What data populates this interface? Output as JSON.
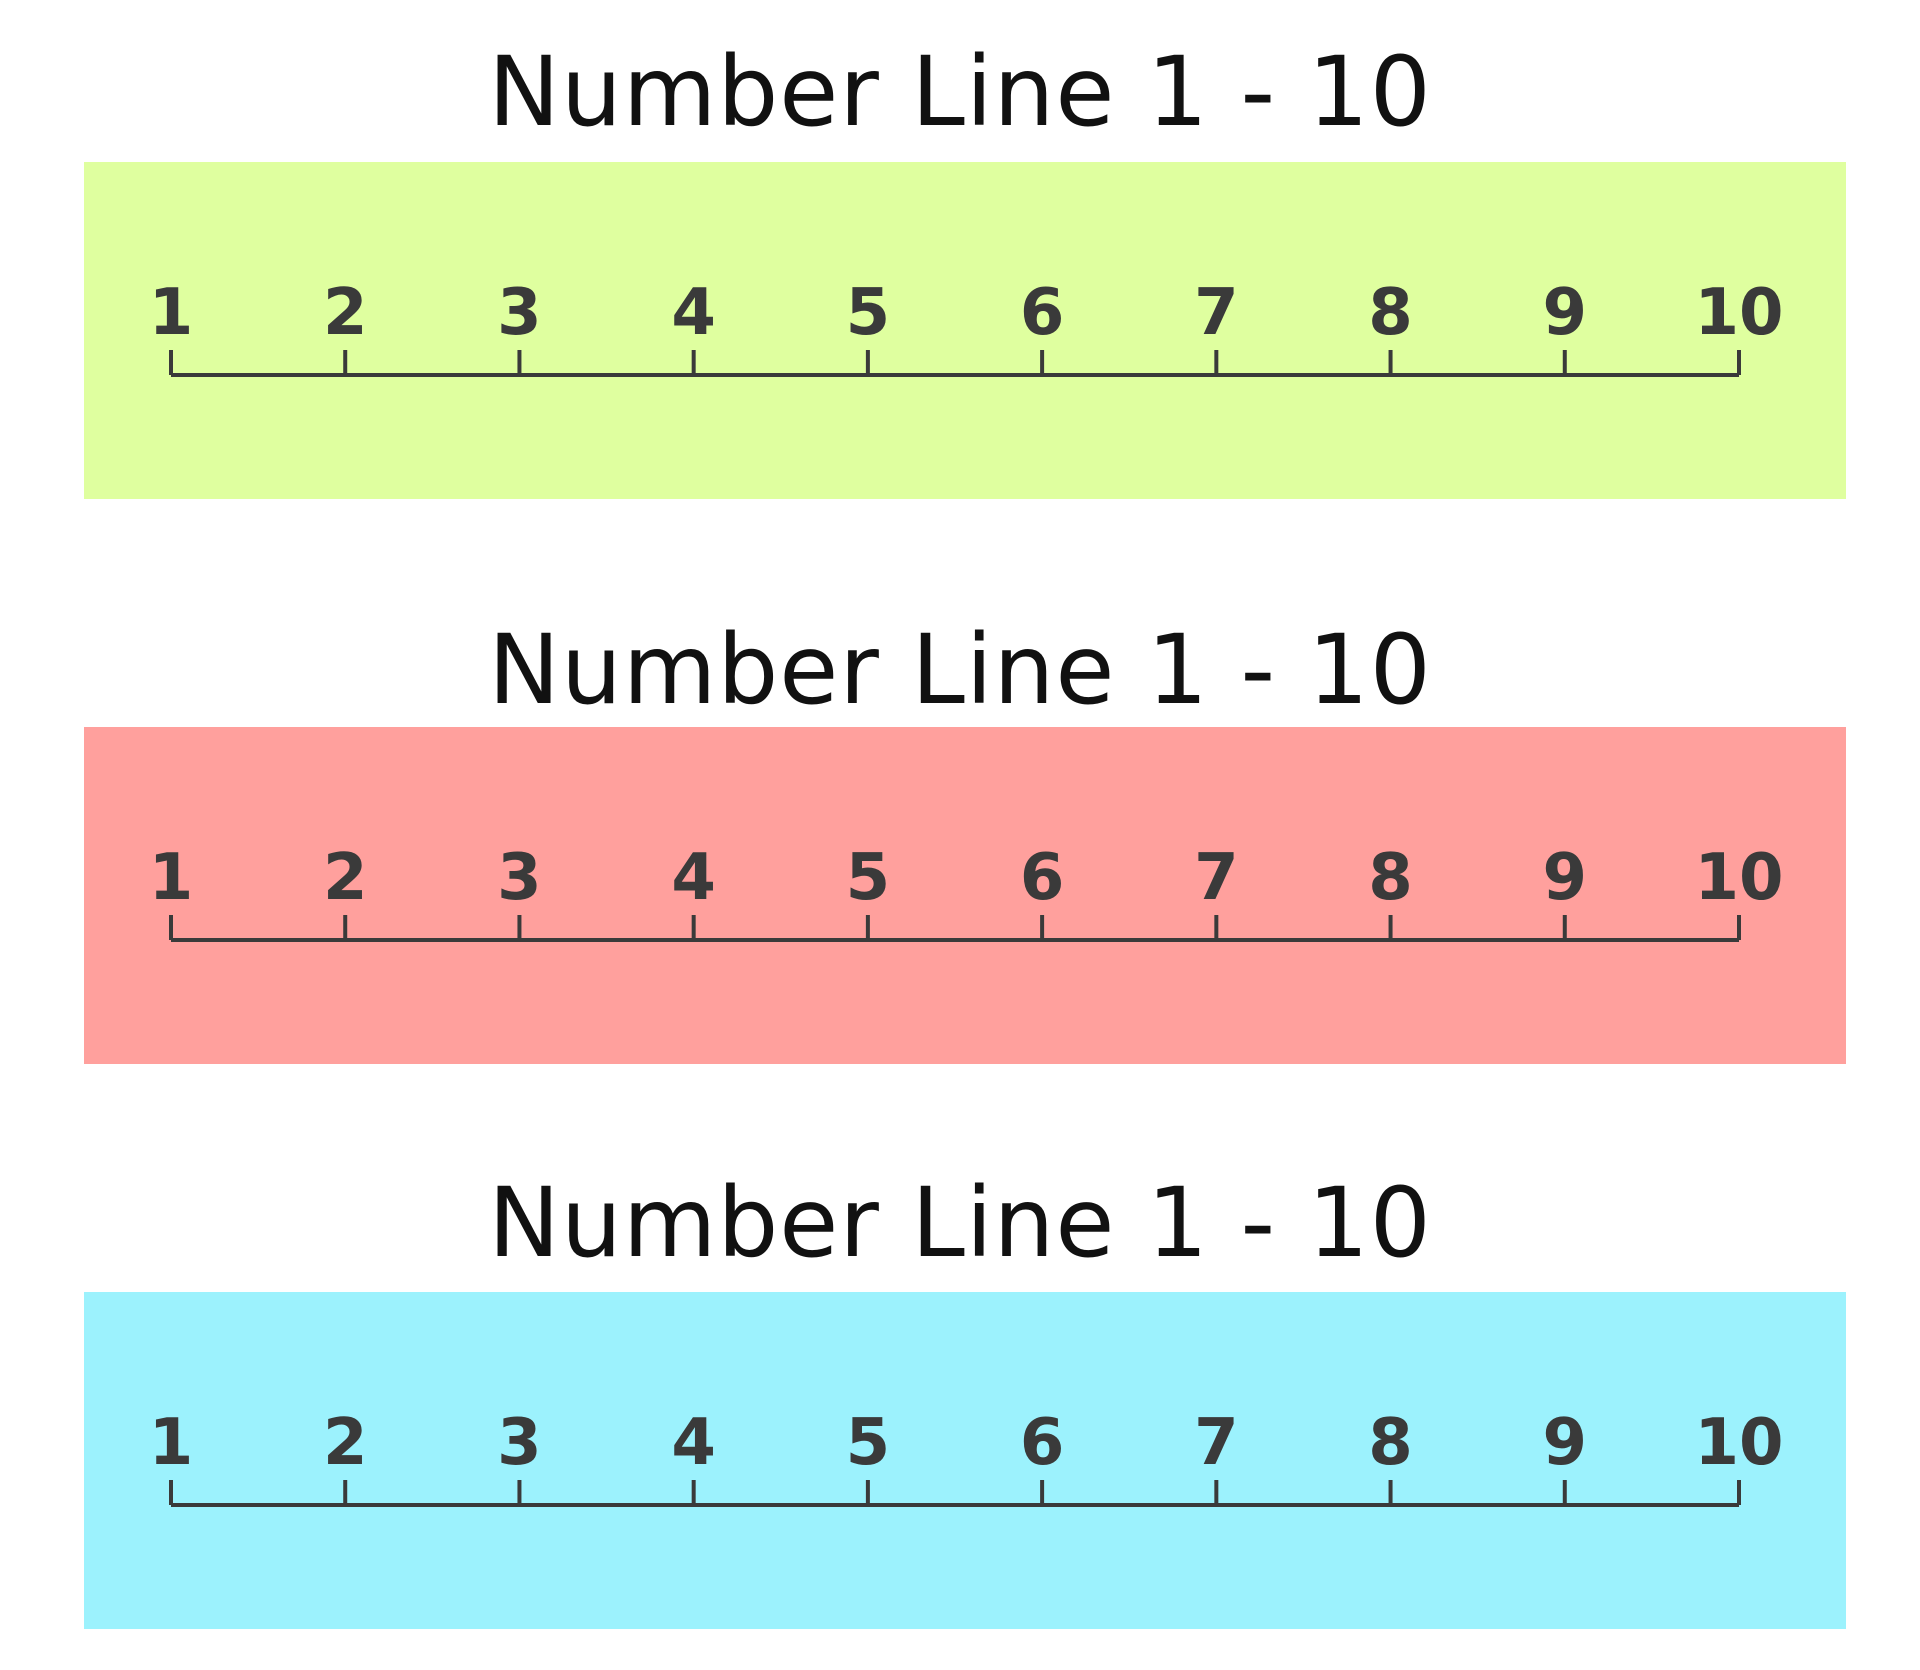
{
  "number_lines": [
    {
      "title": "Number Line 1 - 10",
      "color": "#dfff9f",
      "ticks": [
        "1",
        "2",
        "3",
        "4",
        "5",
        "6",
        "7",
        "8",
        "9",
        "10"
      ]
    },
    {
      "title": "Number Line 1 - 10",
      "color": "#ffa09d",
      "ticks": [
        "1",
        "2",
        "3",
        "4",
        "5",
        "6",
        "7",
        "8",
        "9",
        "10"
      ]
    },
    {
      "title": "Number Line 1 - 10",
      "color": "#9cf2fd",
      "ticks": [
        "1",
        "2",
        "3",
        "4",
        "5",
        "6",
        "7",
        "8",
        "9",
        "10"
      ]
    }
  ],
  "line_color": "#3a3a3a"
}
